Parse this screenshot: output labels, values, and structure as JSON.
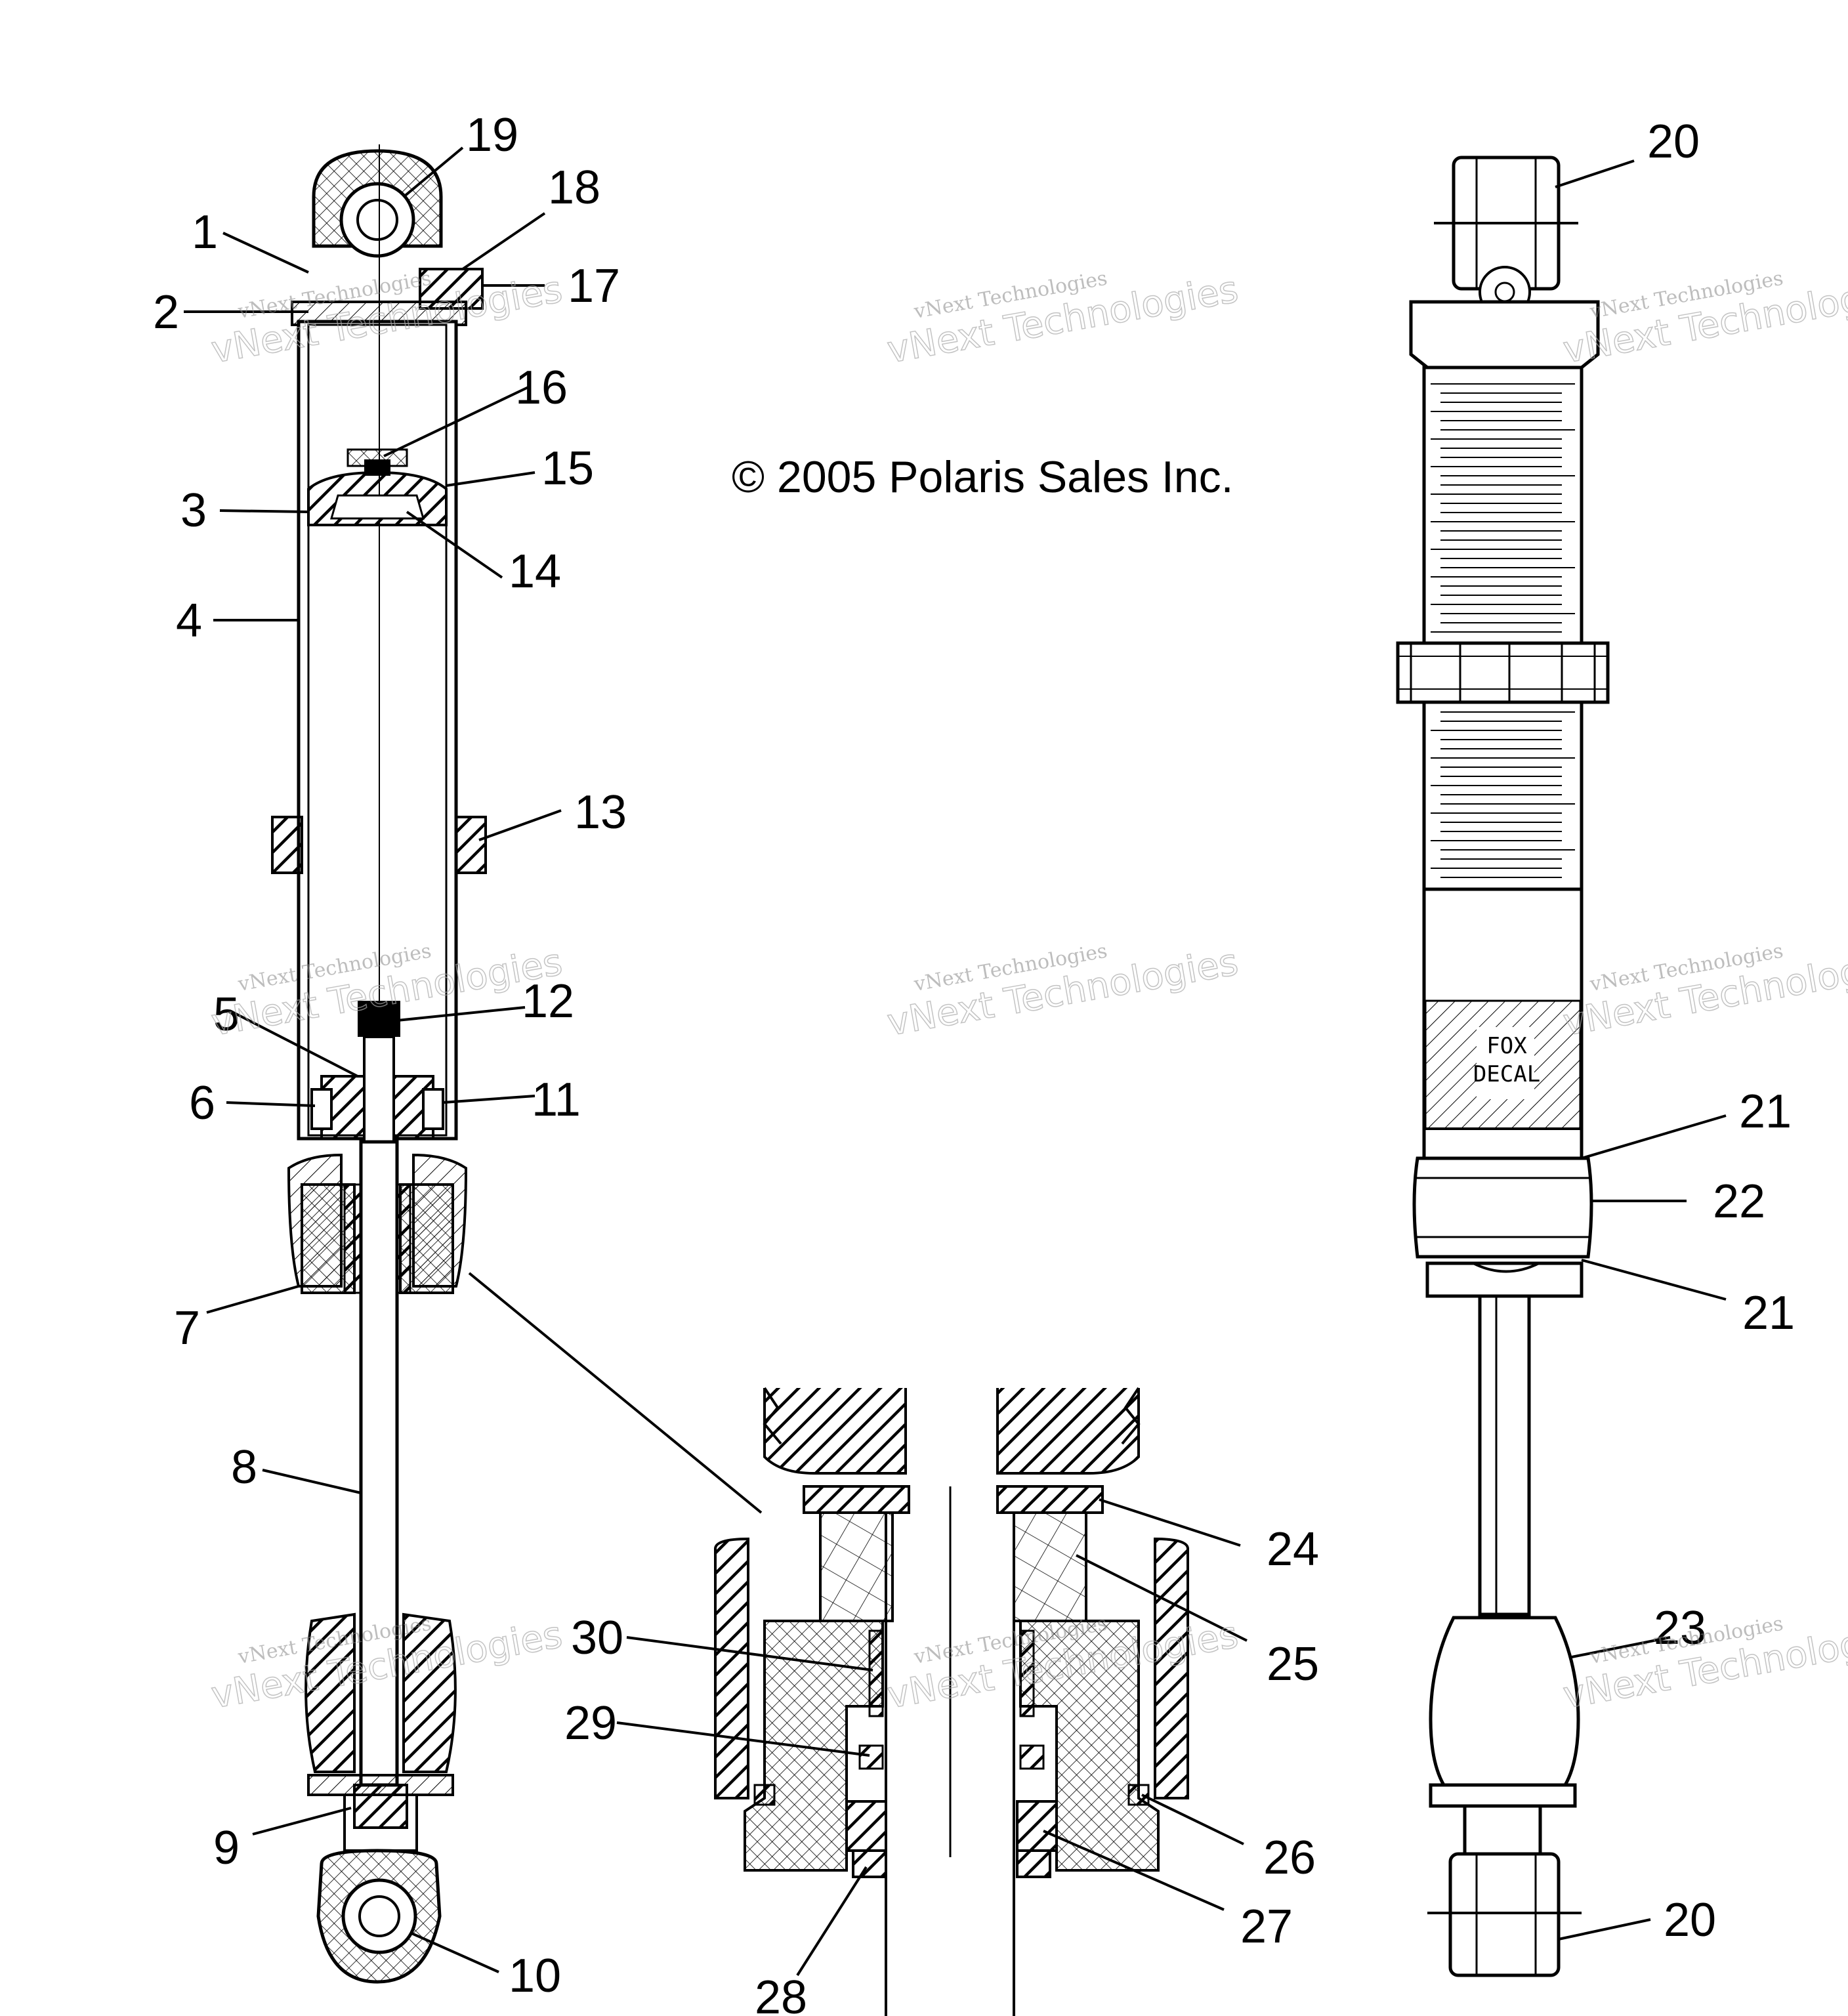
{
  "copyright": "© 2005 Polaris Sales Inc.",
  "decal_text": [
    "FOX",
    "DECAL"
  ],
  "watermark": {
    "line1": "vNext Technologies",
    "line2": "vNext Technologies"
  },
  "callouts": [
    "1",
    "2",
    "3",
    "4",
    "5",
    "6",
    "7",
    "8",
    "9",
    "10",
    "11",
    "12",
    "13",
    "14",
    "15",
    "16",
    "17",
    "18",
    "19",
    "20",
    "20",
    "21",
    "21",
    "22",
    "23",
    "24",
    "25",
    "26",
    "27",
    "28",
    "29",
    "30"
  ]
}
